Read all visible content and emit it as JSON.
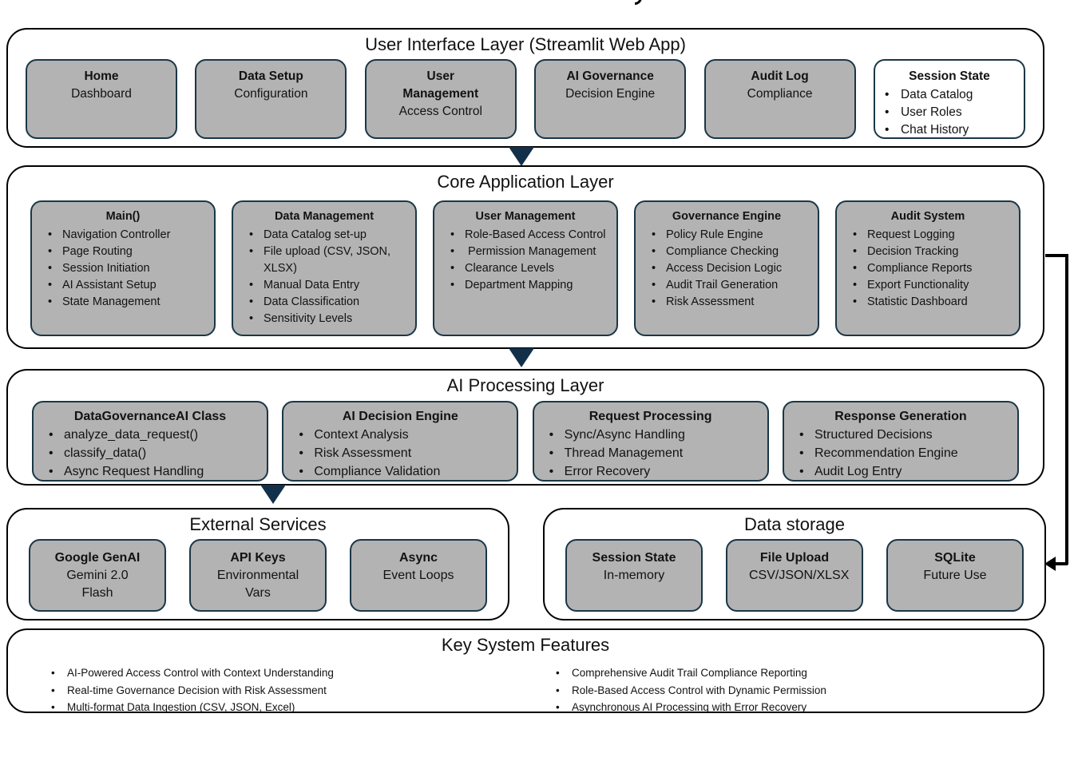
{
  "colors": {
    "box_fill": "#b3b3b3",
    "box_border": "#1a3747",
    "layer_border": "#000000",
    "arrow_fill": "#13304a",
    "background": "#ffffff"
  },
  "layers": {
    "ui": {
      "title": "User Interface Layer (Streamlit Web App)",
      "boxes": [
        {
          "title": "Home",
          "subtitle": "Dashboard"
        },
        {
          "title": "Data Setup",
          "subtitle": "Configuration"
        },
        {
          "title": "User Management",
          "subtitle": "Access Control"
        },
        {
          "title": "AI Governance",
          "subtitle": "Decision Engine"
        },
        {
          "title": "Audit Log",
          "subtitle": "Compliance"
        }
      ],
      "session_state": {
        "title": "Session State",
        "items": [
          "Data Catalog",
          "User Roles",
          "Chat History"
        ]
      }
    },
    "core": {
      "title": "Core Application Layer",
      "boxes": [
        {
          "title": "Main()",
          "items": [
            "Navigation Controller",
            "Page Routing",
            "Session Initiation",
            "AI Assistant Setup",
            "State Management"
          ]
        },
        {
          "title": "Data Management",
          "items": [
            "Data Catalog set-up",
            "File upload (CSV, JSON, XLSX)",
            "Manual Data Entry",
            "Data Classification",
            "Sensitivity Levels"
          ]
        },
        {
          "title": "User Management",
          "items": [
            "Role-Based Access Control",
            " Permission Management",
            "Clearance Levels",
            "Department Mapping"
          ]
        },
        {
          "title": "Governance Engine",
          "items": [
            "Policy Rule Engine",
            "Compliance Checking",
            "Access Decision Logic",
            "Audit Trail Generation",
            "Risk Assessment"
          ]
        },
        {
          "title": "Audit System",
          "items": [
            "Request Logging",
            "Decision Tracking",
            "Compliance Reports",
            "Export Functionality",
            "Statistic Dashboard"
          ]
        }
      ]
    },
    "ai": {
      "title": "AI Processing Layer",
      "boxes": [
        {
          "title": "DataGovernanceAI Class",
          "items": [
            "analyze_data_request()",
            "classify_data()",
            "Async Request Handling"
          ]
        },
        {
          "title": "AI Decision Engine",
          "items": [
            "Context Analysis",
            "Risk Assessment",
            "Compliance Validation"
          ]
        },
        {
          "title": "Request Processing",
          "items": [
            "Sync/Async Handling",
            "Thread Management",
            "Error Recovery"
          ]
        },
        {
          "title": "Response Generation",
          "items": [
            "Structured Decisions",
            "Recommendation Engine",
            "Audit Log Entry"
          ]
        }
      ]
    },
    "external": {
      "title": "External Services",
      "boxes": [
        {
          "title": "Google GenAI",
          "subtitle": "Gemini 2.0 Flash"
        },
        {
          "title": "API Keys",
          "subtitle": "Environmental Vars"
        },
        {
          "title": "Async",
          "subtitle": "Event Loops"
        }
      ]
    },
    "storage": {
      "title": "Data storage",
      "boxes": [
        {
          "title": "Session State",
          "subtitle": "In-memory"
        },
        {
          "title": "File Upload",
          "subtitle": "CSV/JSON/XLSX"
        },
        {
          "title": "SQLite",
          "subtitle": "Future Use"
        }
      ]
    },
    "features": {
      "title": "Key System Features",
      "left": [
        "AI-Powered Access Control with Context Understanding",
        "Real-time Governance Decision with Risk Assessment",
        "Multi-format Data Ingestion (CSV, JSON, Excel)"
      ],
      "right": [
        "Comprehensive Audit Trail Compliance Reporting",
        "Role-Based Access Control with Dynamic Permission",
        "Asynchronous AI Processing with Error Recovery"
      ]
    }
  }
}
